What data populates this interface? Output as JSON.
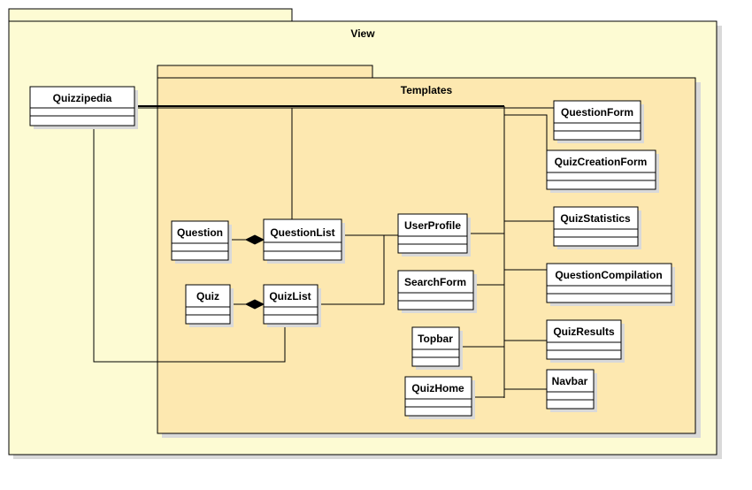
{
  "packages": {
    "view": "View",
    "templates": "Templates"
  },
  "classes": {
    "quizzipedia": "Quizzipedia",
    "question": "Question",
    "question_list": "QuestionList",
    "quiz": "Quiz",
    "quiz_list": "QuizList",
    "user_profile": "UserProfile",
    "search_form": "SearchForm",
    "topbar": "Topbar",
    "quiz_home": "QuizHome",
    "question_form": "QuestionForm",
    "quiz_creation_form": "QuizCreationForm",
    "quiz_statistics": "QuizStatistics",
    "question_compilation": "QuestionCompilation",
    "quiz_results": "QuizResults",
    "navbar": "Navbar"
  }
}
